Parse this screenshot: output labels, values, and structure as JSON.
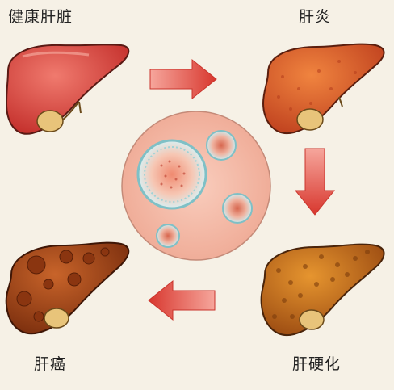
{
  "labels": {
    "healthy": "健康肝脏",
    "hepatitis": "肝炎",
    "cirrhosis": "肝硬化",
    "cancer": "肝癌"
  },
  "colors": {
    "background": "#f6f1e6",
    "healthy_liver": "#d9413a",
    "hepatitis_liver": "#d9562b",
    "cirrhosis_liver": "#c0661e",
    "cancer_liver": "#a74617",
    "gallbladder": "#e8c47a",
    "arrow": "#e05a52",
    "cell_circle": "#f3b8a6",
    "cell_ring": "#7fc0c6"
  }
}
